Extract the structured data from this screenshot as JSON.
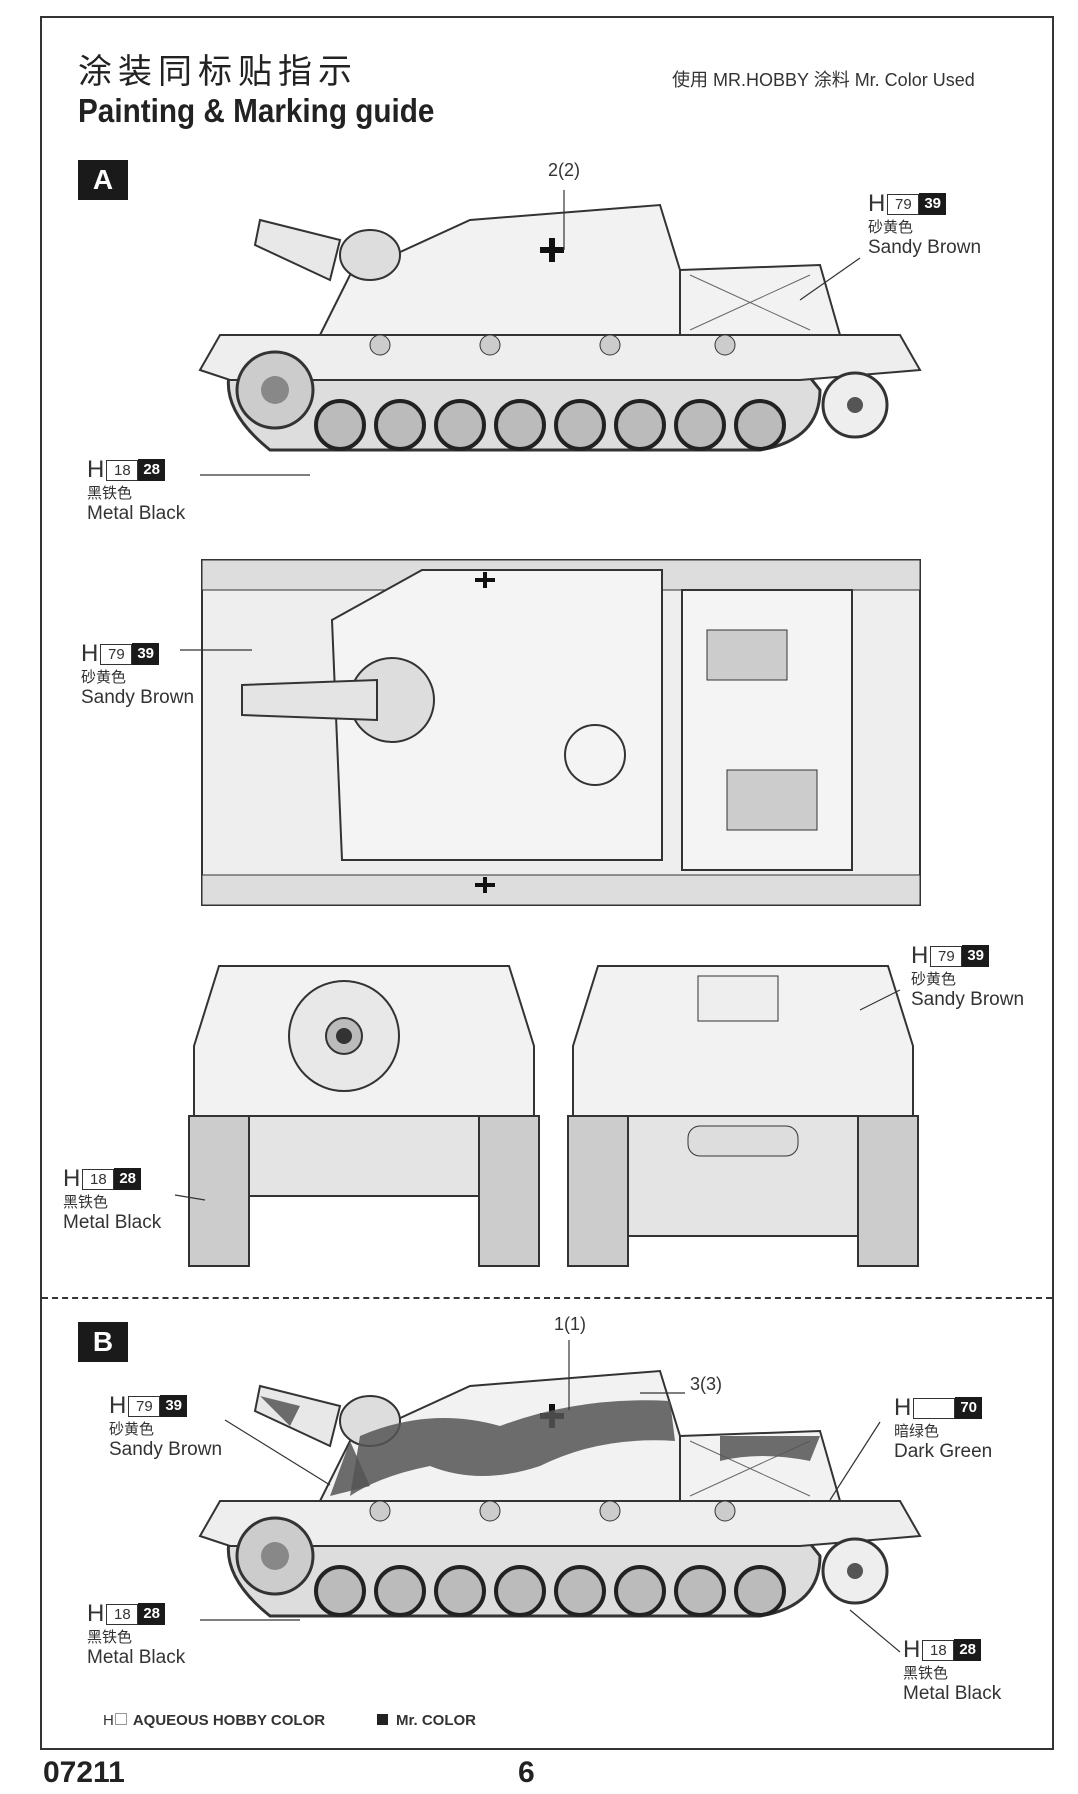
{
  "header": {
    "title_cn": "涂装同标贴指示",
    "title_en": "Painting & Marking guide",
    "paint_used": "使用  MR.HOBBY 涂料   Mr. Color Used"
  },
  "scheme_a": {
    "badge": "A",
    "decal_top": "2(2)",
    "callouts": [
      {
        "h": "H",
        "aqueous": "79",
        "mr": "39",
        "cn": "砂黄色",
        "en": "Sandy Brown"
      },
      {
        "h": "H",
        "aqueous": "18",
        "mr": "28",
        "cn": "黑铁色",
        "en": "Metal  Black"
      },
      {
        "h": "H",
        "aqueous": "79",
        "mr": "39",
        "cn": "砂黄色",
        "en": "Sandy Brown"
      },
      {
        "h": "H",
        "aqueous": "79",
        "mr": "39",
        "cn": "砂黄色",
        "en": "Sandy Brown"
      },
      {
        "h": "H",
        "aqueous": "18",
        "mr": "28",
        "cn": "黑铁色",
        "en": "Metal  Black"
      }
    ]
  },
  "scheme_b": {
    "badge": "B",
    "decal_top": "1(1)",
    "decal_side": "3(3)",
    "callouts": [
      {
        "h": "H",
        "aqueous": "79",
        "mr": "39",
        "cn": "砂黄色",
        "en": "Sandy Brown"
      },
      {
        "h": "H",
        "aqueous": "",
        "mr": "70",
        "cn": "暗绿色",
        "en": "Dark Green"
      },
      {
        "h": "H",
        "aqueous": "18",
        "mr": "28",
        "cn": "黑铁色",
        "en": "Metal  Black"
      },
      {
        "h": "H",
        "aqueous": "18",
        "mr": "28",
        "cn": "黑铁色",
        "en": "Metal  Black"
      }
    ]
  },
  "legend": {
    "aqueous_prefix": "H",
    "aqueous_label": "AQUEOUS HOBBY COLOR",
    "mr_label": "Mr. COLOR"
  },
  "footer": {
    "product_code": "07211",
    "page_number": "6"
  },
  "colors": {
    "sandy": "#ececec",
    "dark_green": "#555555",
    "line": "#333333"
  }
}
